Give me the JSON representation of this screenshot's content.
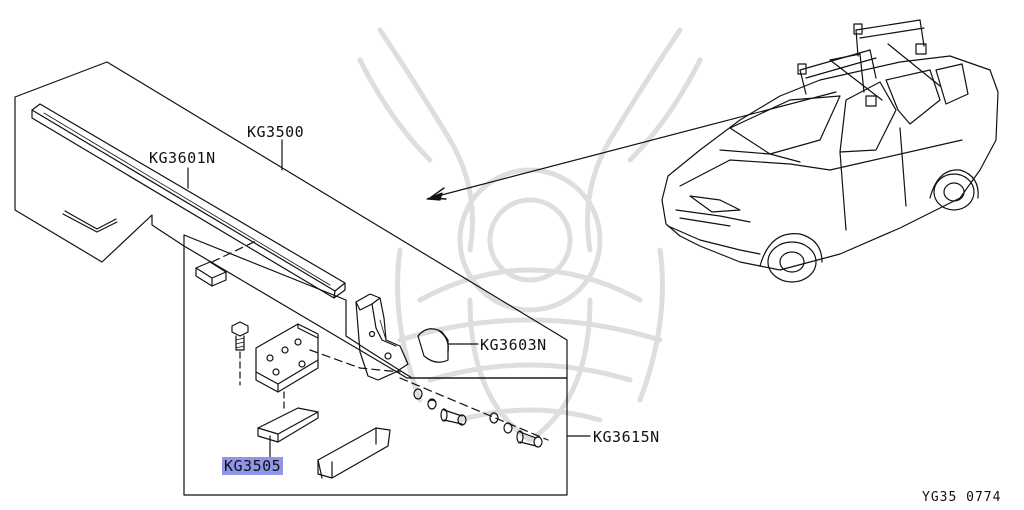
{
  "labels": {
    "kg3500": "KG3500",
    "kg3601n": "KG3601N",
    "kg3603n": "KG3603N",
    "kg3615n": "KG3615N",
    "kg3505": "KG3505"
  },
  "ref_code": "YG35 0774",
  "colors": {
    "line": "#111111",
    "highlight": "#8f95e8",
    "watermark": "#dedede"
  }
}
